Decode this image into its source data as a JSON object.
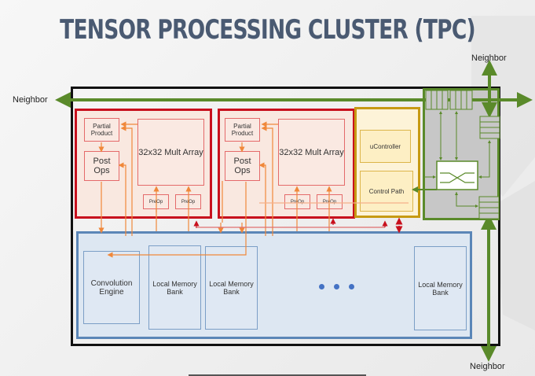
{
  "title": "TENSOR PROCESSING CLUSTER (TPC)",
  "neighbors": {
    "top": "Neighbor",
    "left": "Neighbor",
    "bottom": "Neighbor"
  },
  "processing_elements": [
    {
      "partial_product": "Partial Product",
      "post_ops": "Post Ops",
      "mult_array": "32x32 Mult Array",
      "preops": [
        "PreOp",
        "PreOp"
      ]
    },
    {
      "partial_product": "Partial Product",
      "post_ops": "Post Ops",
      "mult_array": "32x32 Mult Array",
      "preops": [
        "PreOp",
        "PreOp"
      ]
    }
  ],
  "control": {
    "ucontroller": "uController",
    "control_path": "Control Path"
  },
  "memory": {
    "convolution_engine": "Convolution Engine",
    "banks": [
      "Local Memory Bank",
      "Local Memory Bank",
      "Local Memory Bank"
    ],
    "ellipsis": "• • •"
  },
  "colors": {
    "title": "#4a5a72",
    "processing": "#c8101d",
    "control": "#c79a13",
    "memory": "#5b86b7",
    "router": "#5a8a2a",
    "dataflow": "#f0883a"
  }
}
